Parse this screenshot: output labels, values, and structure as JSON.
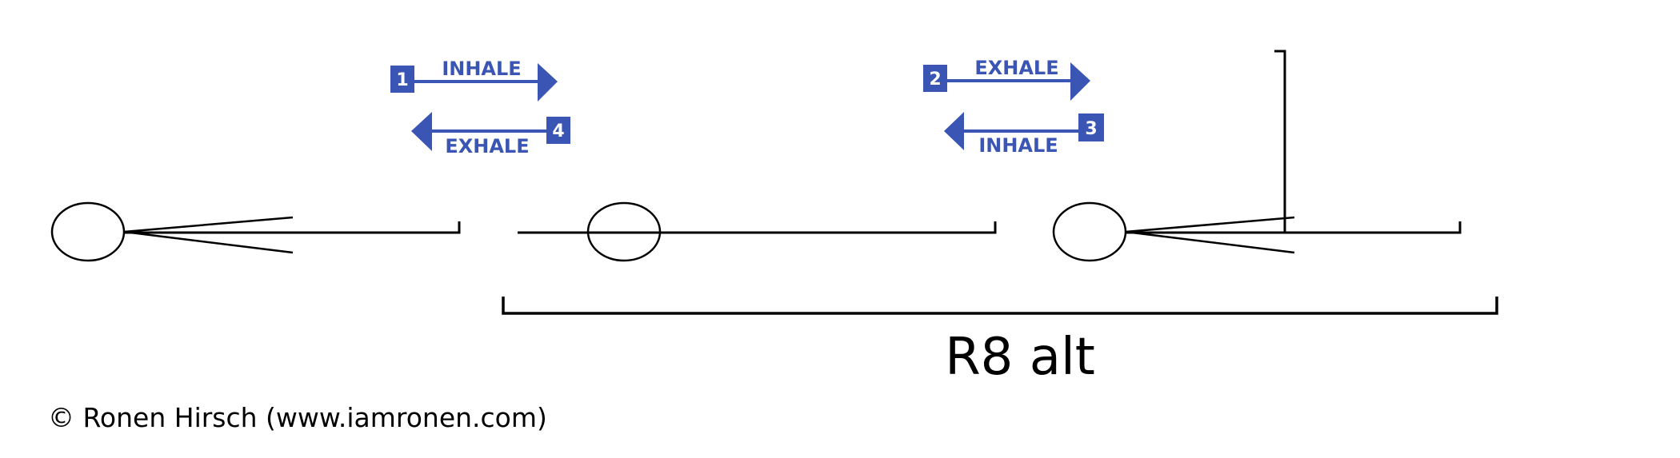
{
  "diagram": {
    "caption": "R8 alt",
    "credit": "© Ronen Hirsch (www.iamronen.com)",
    "colors": {
      "accent": "#3a55b4",
      "line": "#000000",
      "background": "#ffffff"
    },
    "arrows": [
      {
        "step": "1",
        "label": "INHALE",
        "direction": "right"
      },
      {
        "step": "4",
        "label": "EXHALE",
        "direction": "left"
      },
      {
        "step": "2",
        "label": "EXHALE",
        "direction": "right"
      },
      {
        "step": "3",
        "label": "INHALE",
        "direction": "left"
      }
    ]
  }
}
